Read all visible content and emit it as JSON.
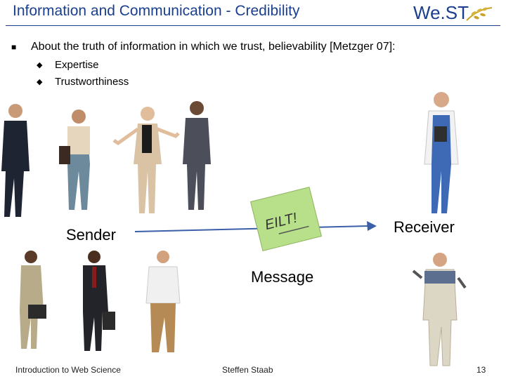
{
  "slide": {
    "title": "Information and Communication - Credibility",
    "logo_text": "We.ST"
  },
  "bullets": {
    "main": "About the truth of information in which we trust, believability [Metzger 07]:",
    "sub": [
      "Expertise",
      "Trustworthiness"
    ]
  },
  "diagram": {
    "sender_label": "Sender",
    "receiver_label": "Receiver",
    "message_label": "Message",
    "note_text": "EILT!"
  },
  "footer": {
    "left": "Introduction to Web Science",
    "center": "Steffen Staab",
    "page": "13"
  },
  "colors": {
    "title": "#1a3f8f",
    "arrow": "#3b5fa8",
    "note": "#b8e08a"
  }
}
